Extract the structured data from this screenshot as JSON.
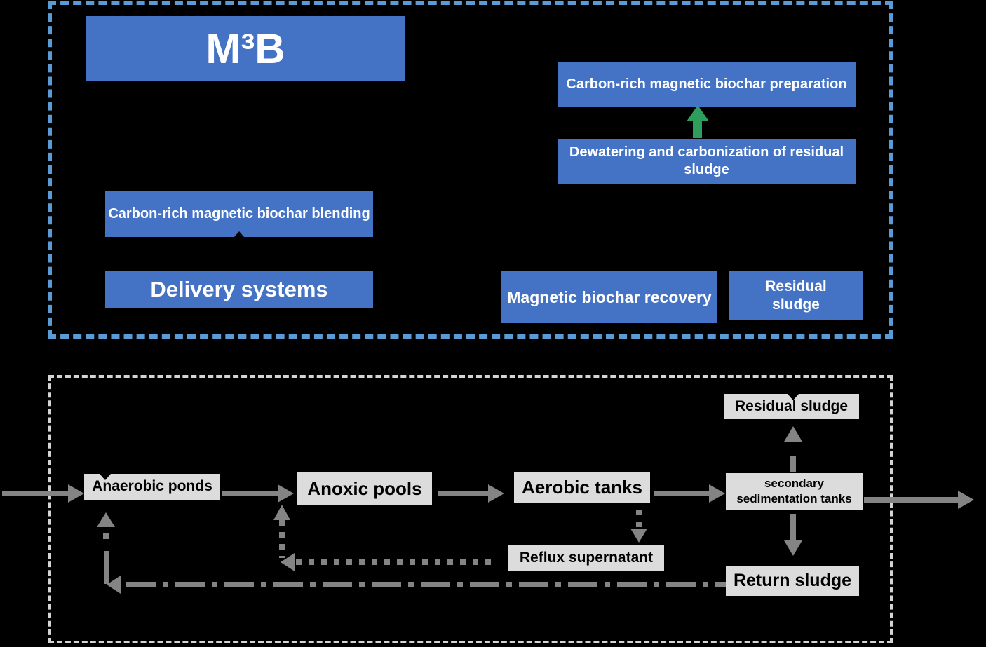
{
  "colors": {
    "background": "#000000",
    "process_box_blue": "#4472C4",
    "top_border_blue": "#5B9BD5",
    "process_box_gray": "#DCDCDC",
    "bottom_border_gray": "#D4D4D4",
    "arrow_gray": "#848484",
    "arrow_green": "#2D9E5C",
    "text_on_blue": "#FFFFFF",
    "text_on_gray": "#000000"
  },
  "top_section": {
    "boxes": {
      "m3b": "M³B",
      "preparation": "Carbon-rich magnetic biochar preparation",
      "dewatering": "Dewatering and carbonization of residual sludge",
      "blending": "Carbon-rich magnetic biochar blending",
      "delivery": "Delivery systems",
      "recovery": "Magnetic biochar recovery",
      "residual_sludge": "Residual sludge"
    }
  },
  "bottom_section": {
    "boxes": {
      "residual_sludge": "Residual sludge",
      "anaerobic_ponds": "Anaerobic ponds",
      "anoxic_pools": "Anoxic pools",
      "aerobic_tanks": "Aerobic tanks",
      "secondary_sedimentation_tanks": "secondary sedimentation tanks",
      "reflux_supernatant": "Reflux supernatant",
      "return_sludge": "Return sludge"
    }
  }
}
